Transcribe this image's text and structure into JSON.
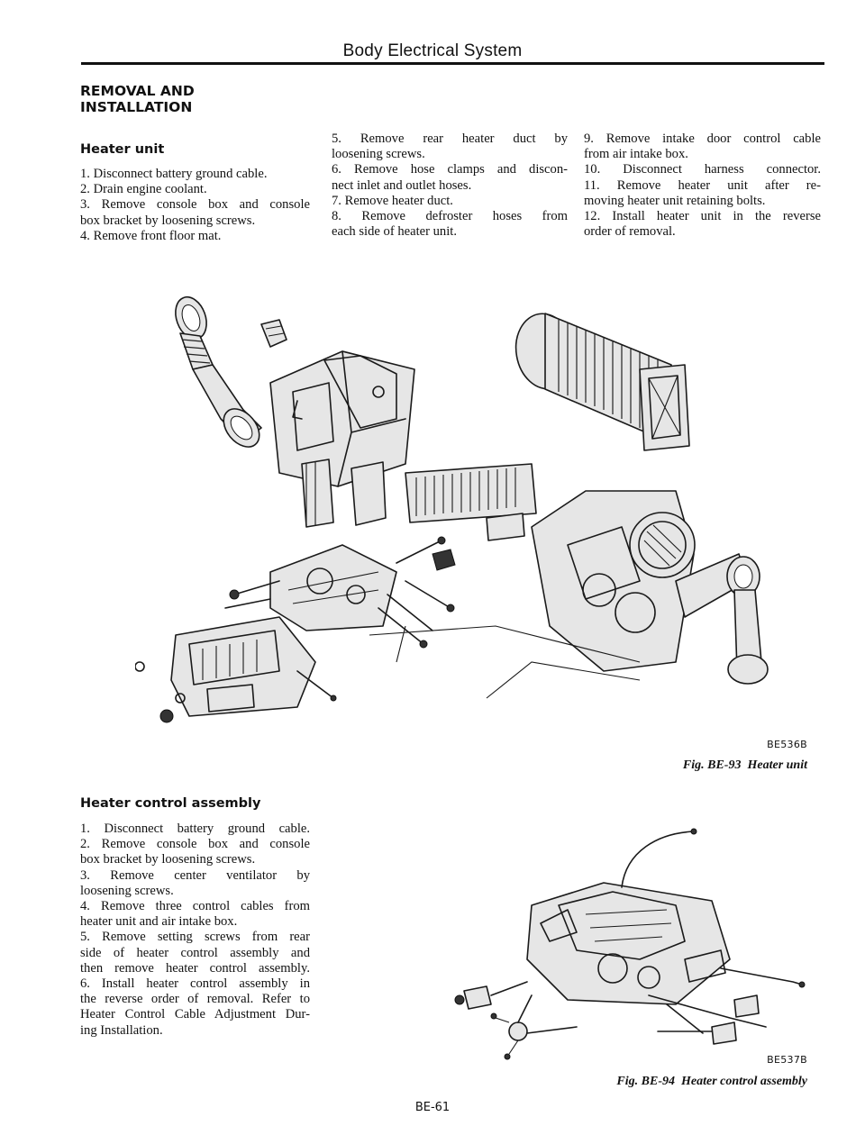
{
  "header": {
    "title": "Body Electrical System"
  },
  "removal": {
    "title_line1": "REMOVAL AND",
    "title_line2": "INSTALLATION"
  },
  "heater_unit": {
    "title": "Heater unit",
    "steps_col1": [
      {
        "text": "1.   Disconnect battery ground cable.",
        "justify": false
      },
      {
        "text": "2.   Drain engine coolant.",
        "justify": false
      },
      {
        "text": "3.   Remove console box and console",
        "justify": true
      },
      {
        "text": "box bracket by loosening screws.",
        "justify": false
      },
      {
        "text": "4.   Remove front floor mat.",
        "justify": false
      }
    ],
    "steps_col2": [
      {
        "text": "5.   Remove rear heater duct by",
        "justify": true
      },
      {
        "text": "loosening screws.",
        "justify": false
      },
      {
        "text": "6.   Remove hose clamps and discon-",
        "justify": true
      },
      {
        "text": "nect inlet and outlet hoses.",
        "justify": false
      },
      {
        "text": "7.   Remove heater duct.",
        "justify": false
      },
      {
        "text": "8.   Remove defroster hoses from",
        "justify": true
      },
      {
        "text": "each side of heater unit.",
        "justify": false
      }
    ],
    "steps_col3": [
      {
        "text": "9.   Remove intake door control cable",
        "justify": true
      },
      {
        "text": "from air intake box.",
        "justify": false
      },
      {
        "text": "10.   Disconnect harness connector.",
        "justify": true
      },
      {
        "text": "11.   Remove heater unit after re-",
        "justify": true
      },
      {
        "text": "moving heater unit retaining bolts.",
        "justify": false
      },
      {
        "text": "12.   Install heater unit in the reverse",
        "justify": true
      },
      {
        "text": "order of removal.",
        "justify": false
      }
    ]
  },
  "figure_93": {
    "code": "BE536B",
    "caption_fig": "Fig. BE-93",
    "caption_text": "Heater unit"
  },
  "heater_control": {
    "title": "Heater control assembly",
    "steps": [
      {
        "text": "1.   Disconnect battery ground cable.",
        "justify": true
      },
      {
        "text": "2.   Remove console box and console",
        "justify": true
      },
      {
        "text": "box bracket by loosening screws.",
        "justify": false
      },
      {
        "text": "3.   Remove center ventilator by",
        "justify": true
      },
      {
        "text": "loosening screws.",
        "justify": false
      },
      {
        "text": "4.   Remove three control cables from",
        "justify": true
      },
      {
        "text": "heater unit and air intake box.",
        "justify": false
      },
      {
        "text": "5.   Remove setting screws from rear",
        "justify": true
      },
      {
        "text": "side of heater control assembly and",
        "justify": true
      },
      {
        "text": "then remove heater control assembly.",
        "justify": true
      },
      {
        "text": "6.   Install heater control assembly in",
        "justify": true
      },
      {
        "text": "the reverse order of removal. Refer to",
        "justify": true
      },
      {
        "text": "Heater Control Cable Adjustment Dur-",
        "justify": true
      },
      {
        "text": "ing Installation.",
        "justify": false
      }
    ]
  },
  "figure_94": {
    "code": "BE537B",
    "caption_fig": "Fig. BE-94",
    "caption_text": "Heater control assembly"
  },
  "footer": {
    "page_number": "BE-61"
  }
}
